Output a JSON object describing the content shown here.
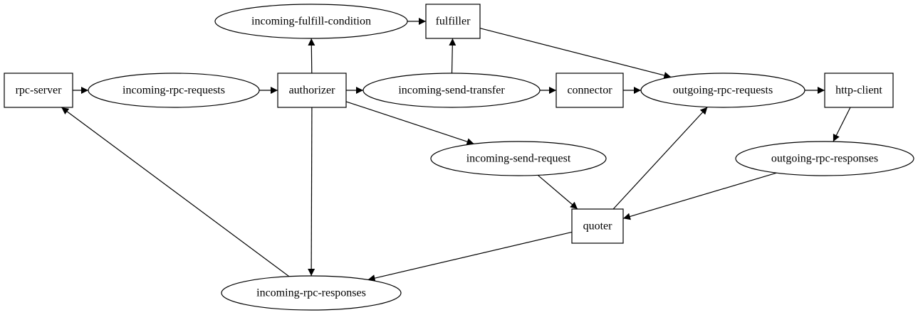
{
  "diagram": {
    "nodes": [
      {
        "id": "rpc-server",
        "label": "rpc-server",
        "shape": "box"
      },
      {
        "id": "incoming-rpc-requests",
        "label": "incoming-rpc-requests",
        "shape": "ellipse"
      },
      {
        "id": "authorizer",
        "label": "authorizer",
        "shape": "box"
      },
      {
        "id": "incoming-fulfill-condition",
        "label": "incoming-fulfill-condition",
        "shape": "ellipse"
      },
      {
        "id": "fulfiller",
        "label": "fulfiller",
        "shape": "box"
      },
      {
        "id": "incoming-send-transfer",
        "label": "incoming-send-transfer",
        "shape": "ellipse"
      },
      {
        "id": "connector",
        "label": "connector",
        "shape": "box"
      },
      {
        "id": "outgoing-rpc-requests",
        "label": "outgoing-rpc-requests",
        "shape": "ellipse"
      },
      {
        "id": "http-client",
        "label": "http-client",
        "shape": "box"
      },
      {
        "id": "incoming-send-request",
        "label": "incoming-send-request",
        "shape": "ellipse"
      },
      {
        "id": "outgoing-rpc-responses",
        "label": "outgoing-rpc-responses",
        "shape": "ellipse"
      },
      {
        "id": "quoter",
        "label": "quoter",
        "shape": "box"
      },
      {
        "id": "incoming-rpc-responses",
        "label": "incoming-rpc-responses",
        "shape": "ellipse"
      }
    ],
    "edges": [
      {
        "from": "rpc-server",
        "to": "incoming-rpc-requests"
      },
      {
        "from": "incoming-rpc-requests",
        "to": "authorizer"
      },
      {
        "from": "authorizer",
        "to": "incoming-fulfill-condition"
      },
      {
        "from": "incoming-fulfill-condition",
        "to": "fulfiller"
      },
      {
        "from": "authorizer",
        "to": "incoming-send-transfer"
      },
      {
        "from": "incoming-send-transfer",
        "to": "fulfiller"
      },
      {
        "from": "incoming-send-transfer",
        "to": "connector"
      },
      {
        "from": "connector",
        "to": "outgoing-rpc-requests"
      },
      {
        "from": "fulfiller",
        "to": "outgoing-rpc-requests"
      },
      {
        "from": "outgoing-rpc-requests",
        "to": "http-client"
      },
      {
        "from": "http-client",
        "to": "outgoing-rpc-responses"
      },
      {
        "from": "authorizer",
        "to": "incoming-send-request"
      },
      {
        "from": "incoming-send-request",
        "to": "quoter"
      },
      {
        "from": "outgoing-rpc-responses",
        "to": "quoter"
      },
      {
        "from": "quoter",
        "to": "outgoing-rpc-requests"
      },
      {
        "from": "quoter",
        "to": "incoming-rpc-responses"
      },
      {
        "from": "authorizer",
        "to": "incoming-rpc-responses"
      },
      {
        "from": "incoming-rpc-responses",
        "to": "rpc-server"
      }
    ]
  }
}
